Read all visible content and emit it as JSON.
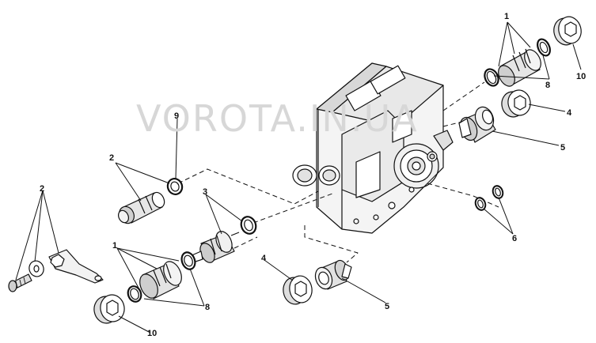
{
  "watermark": {
    "text": "VOROTA.IN.UA"
  },
  "callouts": {
    "c1_top": "1",
    "c10_top": "10",
    "c8_top": "8",
    "c4_right": "4",
    "c5_right": "5",
    "c6": "6",
    "c9": "9",
    "c2_mid": "2",
    "c3": "3",
    "c2_left": "2",
    "c1_bottom": "1",
    "c8_bottom": "8",
    "c10_bottom": "10",
    "c4_bottom": "4",
    "c5_bottom": "5"
  },
  "colors": {
    "line": "#111111",
    "paper": "#ffffff",
    "shade": "#dcdcdc",
    "watermark": "#d7d7d7"
  }
}
